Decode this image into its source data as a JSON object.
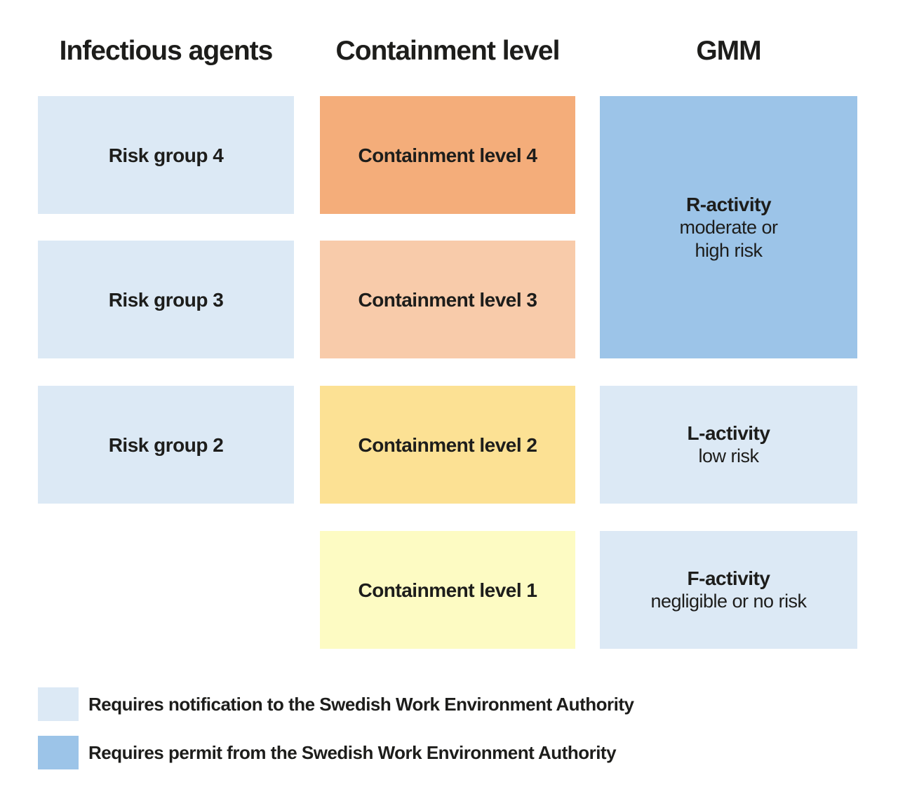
{
  "headers": {
    "infectious": "Infectious agents",
    "containment": "Containment level",
    "gmm": "GMM"
  },
  "risk_groups": {
    "items": [
      {
        "label": "Risk group 4"
      },
      {
        "label": "Risk group 3"
      },
      {
        "label": "Risk group 2"
      }
    ]
  },
  "containment_levels": {
    "items": [
      {
        "label": "Containment level 4",
        "color": "#f4ad7a"
      },
      {
        "label": "Containment level 3",
        "color": "#f8cbaa"
      },
      {
        "label": "Containment level 2",
        "color": "#fce194"
      },
      {
        "label": "Containment level 1",
        "color": "#fdfbc3"
      }
    ]
  },
  "gmm": {
    "r_activity": {
      "title": "R-activity",
      "line1": "moderate or",
      "line2": "high risk",
      "color": "#9cc4e8"
    },
    "l_activity": {
      "title": "L-activity",
      "line1": "low risk",
      "color": "#dce9f5"
    },
    "f_activity": {
      "title": "F-activity",
      "line1": "negligible or no risk",
      "color": "#dce9f5"
    }
  },
  "legend": {
    "items": [
      {
        "label": "Requires notification to the Swedish Work Environment Authority",
        "color": "#dce9f5"
      },
      {
        "label": "Requires permit from the Swedish Work Environment Authority",
        "color": "#9cc4e8"
      }
    ]
  },
  "colors": {
    "light_blue": "#dce9f5",
    "medium_blue": "#9cc4e8",
    "orange": "#f4ad7a",
    "peach": "#f8cbaa",
    "yellow": "#fce194",
    "pale_yellow": "#fdfbc3",
    "text": "#1d1d1b",
    "background": "#ffffff"
  }
}
